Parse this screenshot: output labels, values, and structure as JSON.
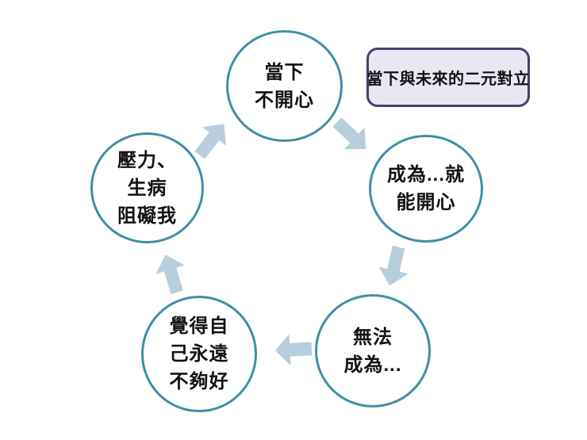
{
  "annotation": {
    "text": "當下與未來的二元對立"
  },
  "cycle": {
    "direction": "clockwise",
    "nodes": [
      {
        "id": "unhappy-now",
        "text": "當下\n不開心"
      },
      {
        "id": "become-then-happy",
        "text": "成為...就\n能開心"
      },
      {
        "id": "cannot-become",
        "text": "無法\n成為..."
      },
      {
        "id": "never-good-enough",
        "text": "覺得自\n己永遠\n不夠好"
      },
      {
        "id": "stress-illness-hinder",
        "text": "壓力、\n生病\n阻礙我"
      }
    ]
  },
  "colors": {
    "background": "#ffffff",
    "circle_border": "#3e8fa5",
    "arrow_fill": "#b9cedd",
    "annotation_fill": "#e9e7f2",
    "annotation_border": "#453f6e",
    "text": "#121212"
  }
}
